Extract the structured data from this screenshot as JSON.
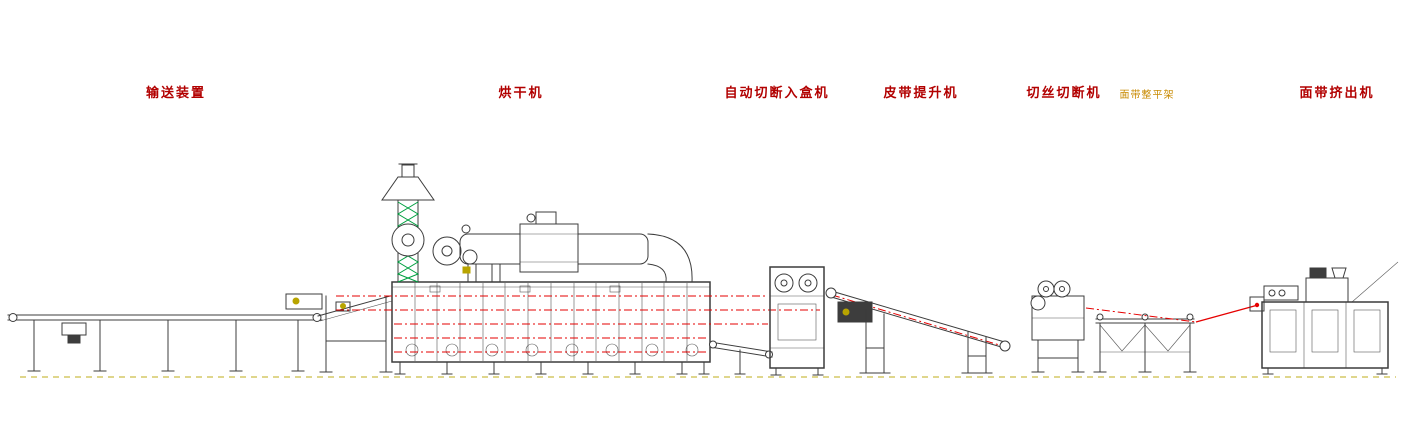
{
  "diagram": {
    "type": "production-line-elevation-drawing",
    "description": "Noodle production line equipment layout, side elevation CAD drawing",
    "labels": [
      {
        "id": "conveyor",
        "text": "输送装置"
      },
      {
        "id": "dryer",
        "text": "烘干机"
      },
      {
        "id": "auto-cut-box",
        "text": "自动切断入盒机"
      },
      {
        "id": "belt-elevator",
        "text": "皮带提升机"
      },
      {
        "id": "shred-cutter",
        "text": "切丝切断机"
      },
      {
        "id": "leveling-rack",
        "text": "面带整平架"
      },
      {
        "id": "extruder",
        "text": "面带挤出机"
      }
    ]
  },
  "colors": {
    "label": "#b20000",
    "label2": "#c88a00",
    "line": "#3c3c3c",
    "red": "#e60000",
    "green": "#00a040",
    "olive": "#b8a400",
    "bg": "#ffffff"
  }
}
